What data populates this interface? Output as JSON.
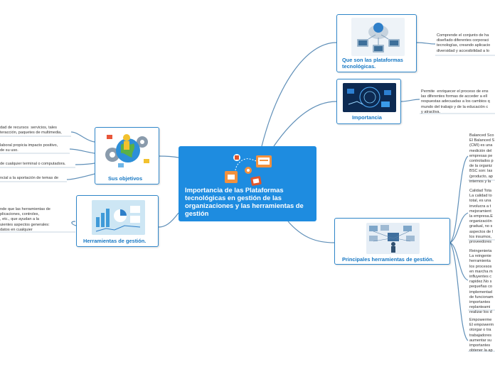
{
  "center": {
    "title": "Importancia de las Plataformas tecnológicas en gestión de las organizaciones y las herramientas de gestión"
  },
  "nodes": {
    "que_son": {
      "label": "Que son las plataformas tecnológicas."
    },
    "importancia": {
      "label": "Importancia"
    },
    "principales": {
      "label": "Principales herramientas de gestión."
    },
    "objetivos": {
      "label": "Sus objetivos"
    },
    "herramientas": {
      "label": "Herramientas de gestión."
    }
  },
  "texts": {
    "que_son": "Comprende el conjunto de ha\ndiseñado diferentes corporaci\ntecnologías, creando aplicacio\ndiversidad y accesibilidad a lo",
    "importancia": "Permite  enriquecer el proceso de ens\nlas diferentes formas de acceder a ell\nrespuestas adecuadas a los cambios q\nmundo del trabajo y de la educación c\ny atractiva.",
    "balanced": "Balanced Sco\nEl Balanced S\n(CMI) es una\nmedición del\nempresas pe\ncontrolados p\nde la organiz\nBSC son: las\n(producto, ap\ninternos y la",
    "calidad": "Calidad Tota\nLa calidad to\ntotal, es una\ninvolucra a t\nmejoramient\nla empresa.E\norganización\ngradual, no s\naspectos de l\nlos insumos,\nproveedores",
    "reingenieria": "Reingenieria\nLa reingenie\nherramienta\nlos procesos\nen marcha m\ninfluyentes c\nrapidez.No s\npequeñas co\nimplementad\nde funcionam\nimportantes\nreplanteami\nrealizar los d",
    "empowerment": "Empowerme\nEl empowerm\notorgar o tra\ntrabajadores\naumentar su\nimportantes\nobtener la ap",
    "obj1": "dad de recursos  servicios, tales\nteracción, paquetes de multimedia,",
    "obj2": "laboral propicia impacto positivo,\nde su uso.",
    "obj3": "de cualquier terminal o computadora.",
    "obj4": "ncial a la aportación de temas de",
    "herr": "nde que las herramientas de\nplicaciones, controles,\n, etc., que ayudan a la\nuientes aspectos generales:\ndatos en cualquier"
  },
  "colors": {
    "accent": "#1e8ce0",
    "node_border": "#2f86c9",
    "label": "#1778c4",
    "link": "#5f8fb8"
  }
}
